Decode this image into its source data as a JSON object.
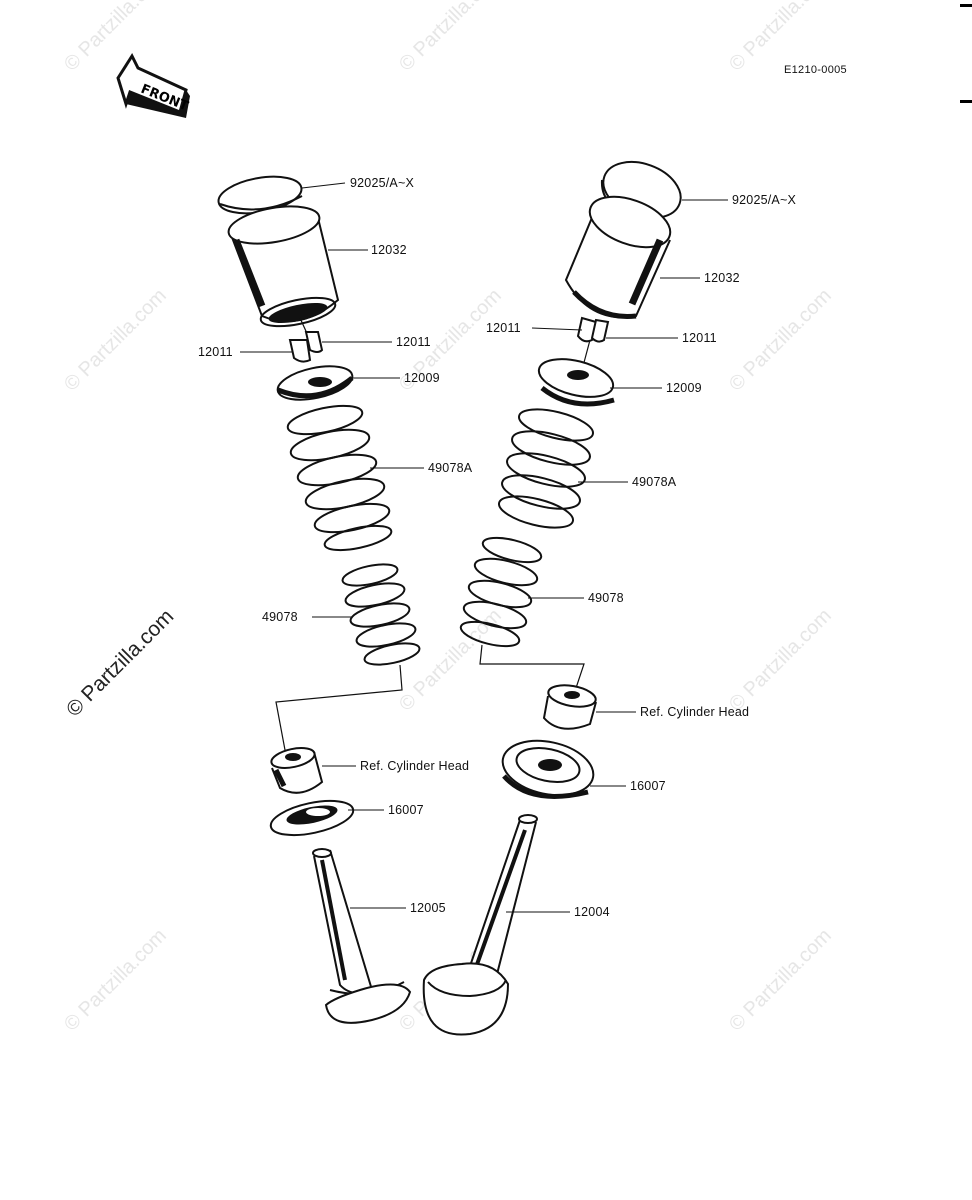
{
  "diagram": {
    "figure_code": "E1210-0005",
    "front_badge": "FRONT",
    "watermark": "© Partzilla.com",
    "labels": {
      "left_shim": "92025/A~X",
      "left_lifter": "12032",
      "left_keeper_right": "12011",
      "left_keeper_left": "12011",
      "left_retainer": "12009",
      "left_outer_spring": "49078A",
      "left_inner_spring": "49078",
      "left_ref": "Ref. Cylinder Head",
      "left_seal": "16007",
      "left_valve": "12005",
      "right_shim": "92025/A~X",
      "right_lifter": "12032",
      "right_keeper_left": "12011",
      "right_keeper_right": "12011",
      "right_retainer": "12009",
      "right_outer_spring": "49078A",
      "right_inner_spring": "49078",
      "right_ref": "Ref. Cylinder Head",
      "right_seal": "16007",
      "right_valve": "12004"
    }
  }
}
